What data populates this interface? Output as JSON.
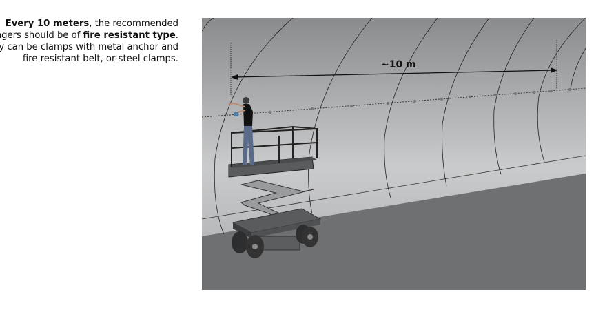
{
  "caption": {
    "bold1": "Every 10 meters",
    "text1": ", the recommended hangers should be of ",
    "bold2": "fire resistant type",
    "text2": ". They can be clamps with metal anchor and fire resistant belt, or steel clamps."
  },
  "illustration": {
    "dimension_label": "~10 m",
    "colors": {
      "wall_light": "#c8c9ca",
      "wall_dark": "#8e8f91",
      "floor": "#6f7072",
      "platform": "#4a4b4d"
    }
  }
}
